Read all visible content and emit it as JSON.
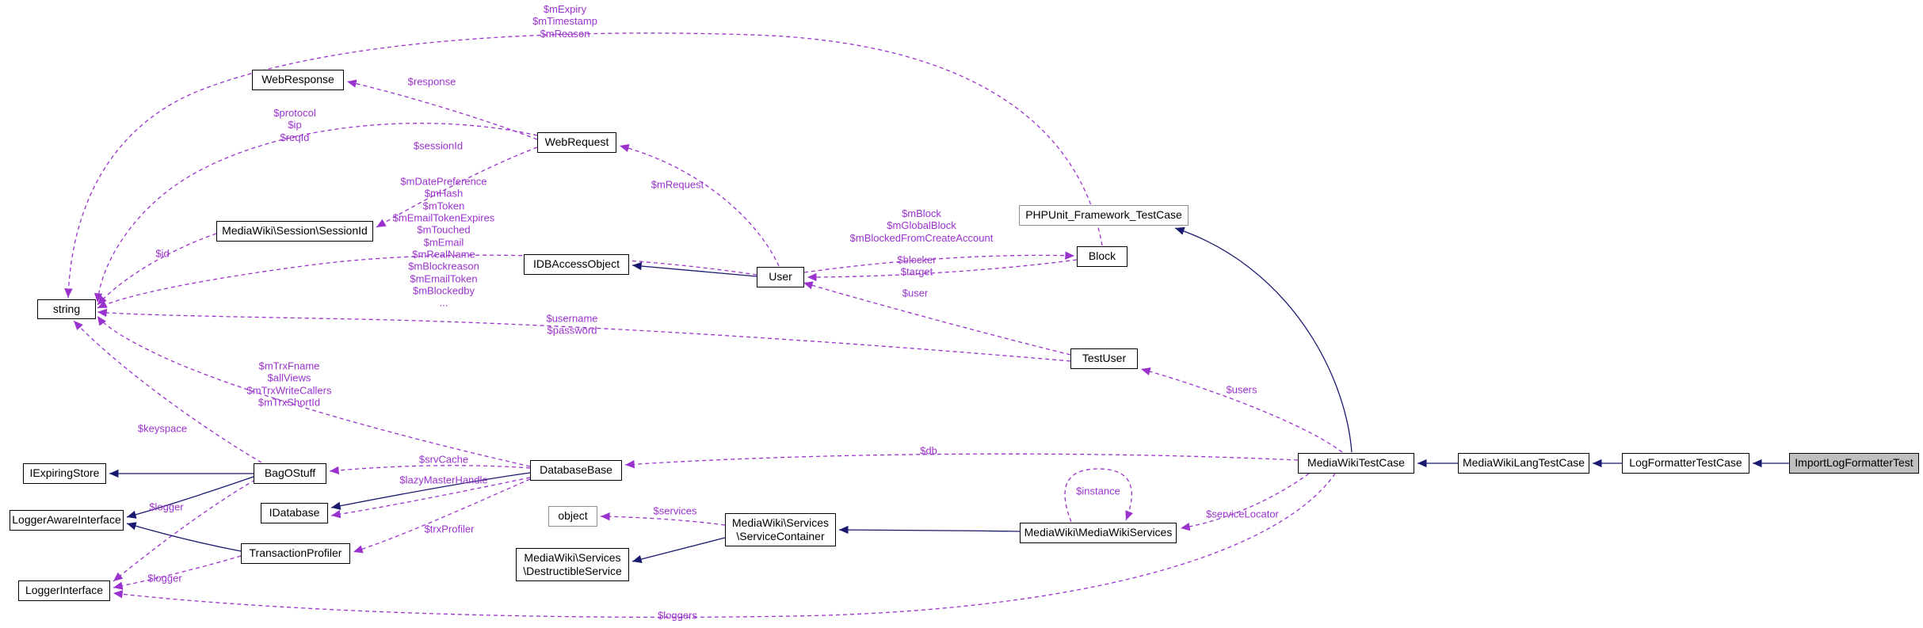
{
  "diagram": {
    "kind": "doxygen-collaboration-graph",
    "focus_class": "ImportLogFormatterTest",
    "colors": {
      "inheritance_edge": "#191970",
      "usage_edge": "#9a32cd",
      "node_border": "#000000",
      "node_fill": "#ffffff",
      "focus_node_fill": "#bfbfbf",
      "background": "#ffffff"
    },
    "nodes": {
      "string": "string",
      "web_response": "WebResponse",
      "web_request": "WebRequest",
      "session_id": "MediaWiki\\Session\\SessionId",
      "idb_access_object": "IDBAccessObject",
      "user": "User",
      "phpunit_framework_testcase": "PHPUnit_Framework_TestCase",
      "block": "Block",
      "test_user": "TestUser",
      "i_expiring_store": "IExpiringStore",
      "bag_o_stuff": "BagOStuff",
      "database_base": "DatabaseBase",
      "logger_aware_interface": "LoggerAwareInterface",
      "i_database": "IDatabase",
      "object": "object",
      "service_container": "MediaWiki\\Services\n\\ServiceContainer",
      "mediawiki_services": "MediaWiki\\MediaWikiServices",
      "transaction_profiler": "TransactionProfiler",
      "destructible_service": "MediaWiki\\Services\n\\DestructibleService",
      "logger_interface": "LoggerInterface",
      "mediawiki_testcase": "MediaWikiTestCase",
      "mediawiki_lang_testcase": "MediaWikiLangTestCase",
      "log_formatter_testcase": "LogFormatterTestCase",
      "import_log_formatter_test": "ImportLogFormatterTest"
    },
    "edge_labels": {
      "block_to_string": "$mExpiry\n$mTimestamp\n$mReason",
      "webrequest_to_webresponse": "$response",
      "webrequest_to_string": "$protocol\n$ip\n$reqId",
      "webrequest_to_sessionid": "$sessionId",
      "user_to_webrequest": "$mRequest",
      "user_to_string": "$mDatePreference\n$mHash\n$mToken\n$mEmailTokenExpires\n$mTouched\n$mEmail\n$mRealName\n$mBlockreason\n$mEmailToken\n$mBlockedby\n...",
      "sessionid_to_string": "$id",
      "user_to_block": "$mBlock\n$mGlobalBlock\n$mBlockedFromCreateAccount",
      "block_to_user": "$blocker\n$target",
      "testuser_to_user": "$user",
      "testuser_to_string": "$username\n$password",
      "databasebase_to_string": "$mTrxFname\n$allViews\n$mTrxWriteCallers\n$mTrxShortId",
      "bagostuff_to_string": "$keyspace",
      "databasebase_to_bagostuff": "$srvCache",
      "databasebase_to_idatabase": "$lazyMasterHandle",
      "testcase_to_databasebase": "$db",
      "testcase_to_testuser": "$users",
      "bagostuff_to_loggerinterface": "$logger",
      "databasebase_to_transactionprofiler": "$trxProfiler",
      "servicecontainer_to_object": "$services",
      "services_self": "$instance",
      "testcase_to_services": "$serviceLocator",
      "transactionprofiler_to_loggerinterface": "$logger",
      "testcase_to_loggerinterface": "$loggers"
    }
  }
}
